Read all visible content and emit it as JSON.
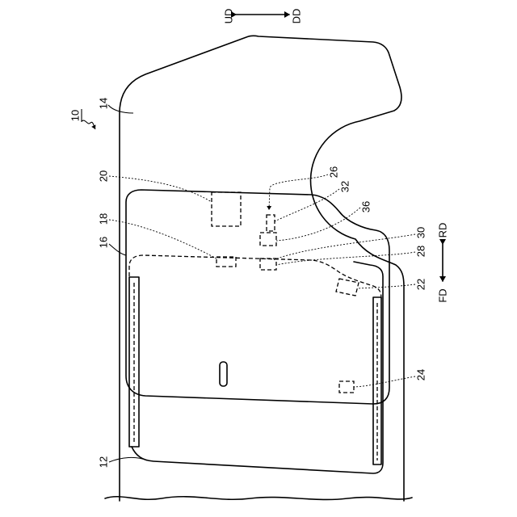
{
  "directions": {
    "up": "UD",
    "down": "DD",
    "rear": "RD",
    "front": "FD"
  },
  "numerals": {
    "n10": "10",
    "n12": "12",
    "n14": "14",
    "n16": "16",
    "n18": "18",
    "n20": "20",
    "n22": "22",
    "n24": "24",
    "n26": "26",
    "n28": "28",
    "n30": "30",
    "n32": "32",
    "n36": "36"
  }
}
